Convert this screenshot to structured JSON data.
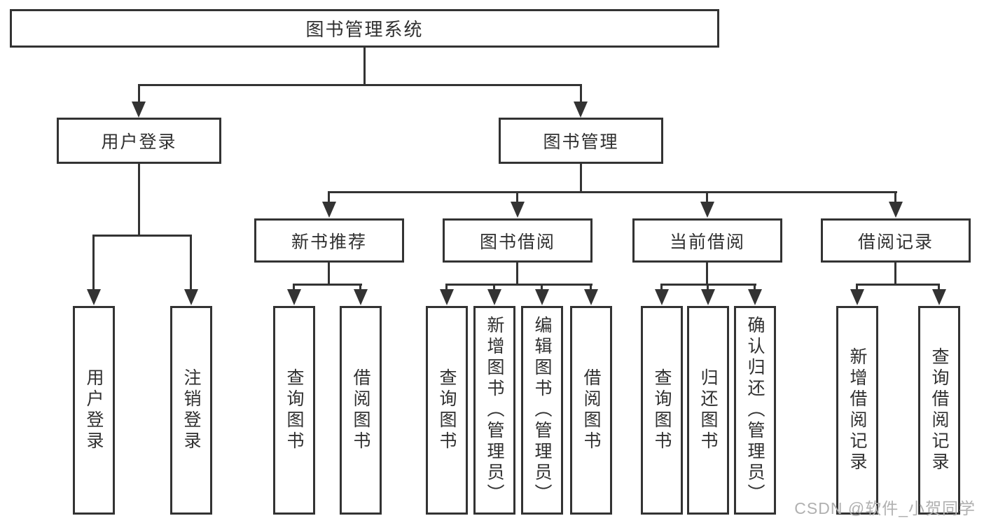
{
  "diagram": {
    "type": "hierarchy-tree",
    "root": {
      "label": "图书管理系统"
    },
    "level1": [
      {
        "label": "用户登录"
      },
      {
        "label": "图书管理"
      }
    ],
    "level2": [
      {
        "label": "新书推荐"
      },
      {
        "label": "图书借阅"
      },
      {
        "label": "当前借阅"
      },
      {
        "label": "借阅记录"
      }
    ],
    "leaves": {
      "user": [
        {
          "label": "用户登录"
        },
        {
          "label": "注销登录"
        }
      ],
      "recommend": [
        {
          "label": "查询图书"
        },
        {
          "label": "借阅图书"
        }
      ],
      "borrow": [
        {
          "label": "查询图书"
        },
        {
          "label": "新增图书（管理员）"
        },
        {
          "label": "编辑图书（管理员）"
        },
        {
          "label": "借阅图书"
        }
      ],
      "current": [
        {
          "label": "查询图书"
        },
        {
          "label": "归还图书"
        },
        {
          "label": "确认归还（管理员）"
        }
      ],
      "records": [
        {
          "label": "新增借阅记录"
        },
        {
          "label": "查询借阅记录"
        }
      ]
    },
    "colors": {
      "line": "#333333",
      "text": "#303030",
      "background": "#ffffff",
      "watermark": "#b0b0b0"
    }
  },
  "watermark": {
    "text": "CSDN @软件_小贺同学"
  }
}
